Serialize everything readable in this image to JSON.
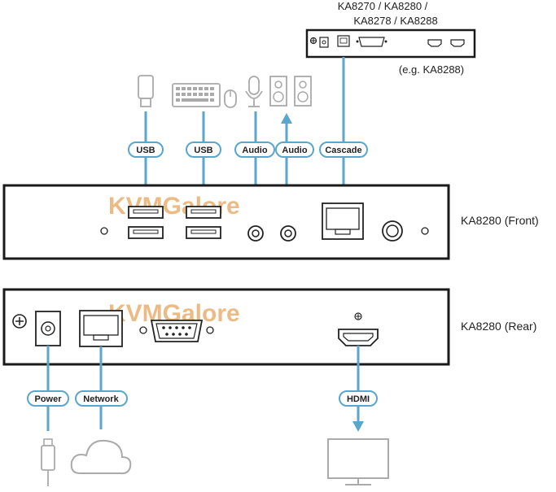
{
  "top_device": {
    "models_line1": "KA8270 / KA8280 /",
    "models_line2": "KA8278 / KA8288",
    "example": "(e.g. KA8288)"
  },
  "front_unit": {
    "label": "KA8280 (Front)",
    "watermark": "KVMGalore"
  },
  "rear_unit": {
    "label": "KA8280 (Rear)",
    "watermark": "KVMGalore"
  },
  "connections": {
    "usb1": "USB",
    "usb2": "USB",
    "audio_in": "Audio",
    "audio_out": "Audio",
    "cascade": "Cascade",
    "power": "Power",
    "network": "Network",
    "hdmi": "HDMI"
  },
  "colors": {
    "line": "#5aa6cc",
    "outline": "#1a1a1a",
    "icon_gray": "#aaaaaa",
    "watermark_orange": "#e9b070",
    "watermark_gray": "#bdbdbd"
  }
}
